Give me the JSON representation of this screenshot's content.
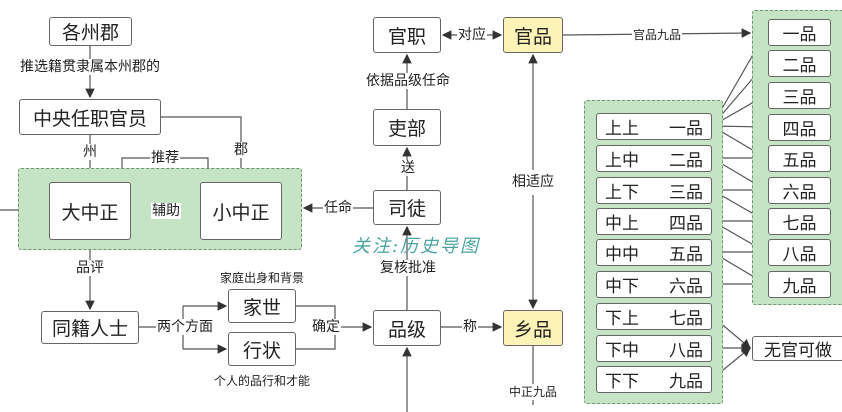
{
  "nodes": {
    "prefectures": "各州郡",
    "central_officials": "中央任职官员",
    "da_zhongzheng": "大中正",
    "xiao_zhongzheng": "小中正",
    "fellow_natives": "同籍人士",
    "family_background": "家世",
    "conduct": "行状",
    "grade_level": "品级",
    "situ": "司徒",
    "libu": "吏部",
    "official_post": "官职",
    "official_rank": "官品",
    "village_rank": "乡品",
    "no_office": "无官可做"
  },
  "labels": {
    "select_natives": "推选籍贯隶属本州郡的",
    "zhou": "州",
    "jun": "郡",
    "recommend": "推荐",
    "assist": "辅助",
    "evaluate": "品评",
    "two_aspects": "两个方面",
    "family_desc": "家庭出身和背景",
    "conduct_desc": "个人的品行和才能",
    "determine": "确定",
    "appoint": "任命",
    "review_approve": "复核批准",
    "send": "送",
    "appoint_by_grade": "依据品级任命",
    "correspond": "对应",
    "called": "称",
    "match": "相适应",
    "zhongzheng_nine": "中正九品",
    "official_nine": "官品九品"
  },
  "watermark": "关注:历史导图",
  "village_grades": [
    {
      "tier": "上上",
      "rank": "一品"
    },
    {
      "tier": "上中",
      "rank": "二品"
    },
    {
      "tier": "上下",
      "rank": "三品"
    },
    {
      "tier": "中上",
      "rank": "四品"
    },
    {
      "tier": "中中",
      "rank": "五品"
    },
    {
      "tier": "中下",
      "rank": "六品"
    },
    {
      "tier": "下上",
      "rank": "七品"
    },
    {
      "tier": "下中",
      "rank": "八品"
    },
    {
      "tier": "下下",
      "rank": "九品"
    }
  ],
  "official_grades": [
    "一品",
    "二品",
    "三品",
    "四品",
    "五品",
    "六品",
    "七品",
    "八品",
    "九品"
  ],
  "colors": {
    "group_fill": "#c5e3c5",
    "highlight_fill": "#fdf3b6"
  }
}
